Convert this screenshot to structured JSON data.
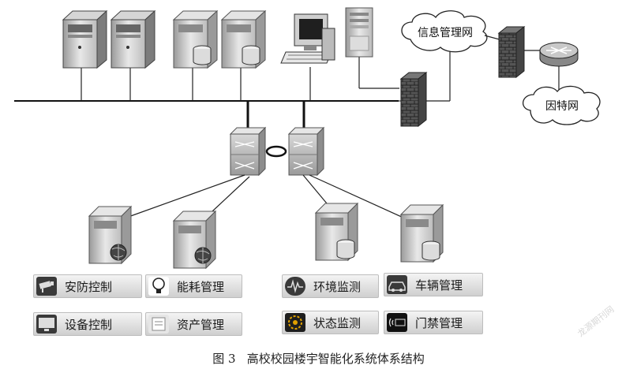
{
  "clouds": {
    "info_network": "信息管理网",
    "internet": "因特网"
  },
  "applications": [
    {
      "label": "安防控制",
      "icon": "cctv-camera-icon"
    },
    {
      "label": "能耗管理",
      "icon": "lightbulb-icon"
    },
    {
      "label": "环境监测",
      "icon": "waveform-monitor-icon"
    },
    {
      "label": "车辆管理",
      "icon": "car-icon"
    },
    {
      "label": "设备控制",
      "icon": "monitor-icon"
    },
    {
      "label": "资产管理",
      "icon": "document-icon"
    },
    {
      "label": "状态监测",
      "icon": "gear-status-icon"
    },
    {
      "label": "门禁管理",
      "icon": "access-card-icon"
    }
  ],
  "caption": "图 3   高校校园楼宇智能化系统体系结构",
  "watermark": "龙源期刊网"
}
